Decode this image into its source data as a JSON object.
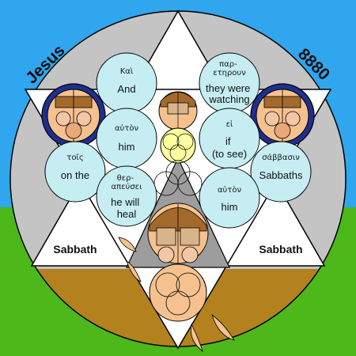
{
  "colors": {
    "sky": "#2fa6ee",
    "grass": "#4cb81a",
    "ground": "#b3821f",
    "ring": "#c4c4c4",
    "bubble": "#c6eef2",
    "skin": "#f5c18e",
    "hair": "#a36a2c",
    "navy": "#1e2f8f",
    "hub": "#ffffa0",
    "cone": "#9d9d9d"
  },
  "labels": {
    "jesus": "Jesus",
    "number": "8880",
    "sabbath_left": "Sabbath",
    "sabbath_right": "Sabbath"
  },
  "words": [
    {
      "greek": "Καὶ",
      "english": [
        "And"
      ]
    },
    {
      "greek": "παρ-|ετηρουν",
      "english": [
        "they were",
        "watching"
      ]
    },
    {
      "greek": "αὐτὸν",
      "english": [
        "him"
      ]
    },
    {
      "greek": "εἰ",
      "english": [
        "if",
        "(to see)"
      ]
    },
    {
      "greek": "τοῖς",
      "english": [
        "on the"
      ]
    },
    {
      "greek": "σάββασιν",
      "english": [
        "Sabbaths"
      ]
    },
    {
      "greek": "θερ-|απεύσει",
      "english": [
        "he will",
        "heal"
      ]
    },
    {
      "greek": "αὐτὸν",
      "english": [
        "him"
      ]
    }
  ]
}
